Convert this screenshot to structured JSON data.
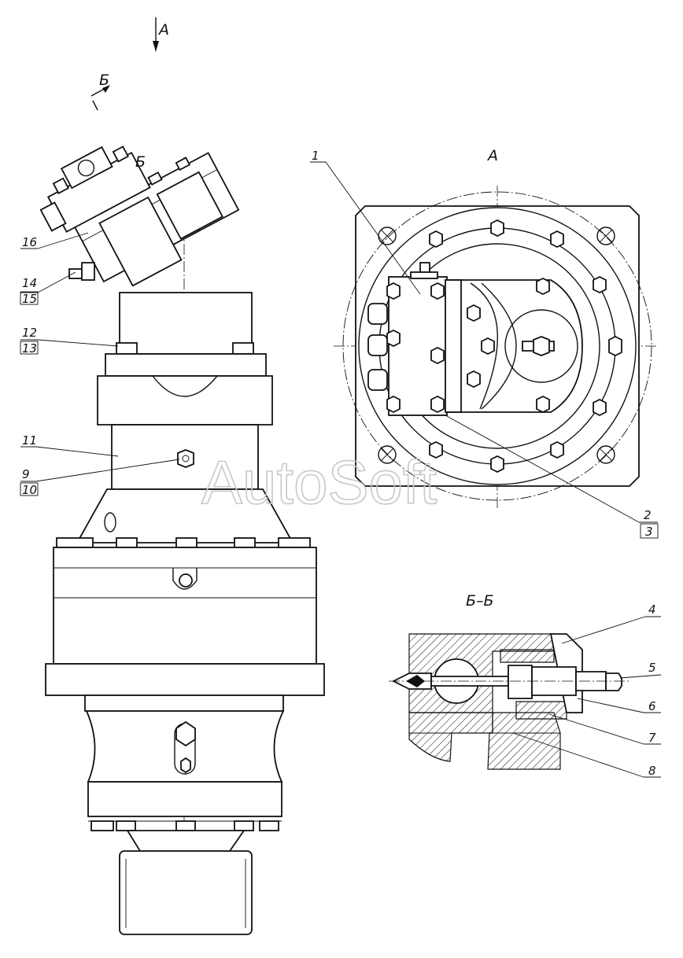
{
  "watermark": "AutoSoft",
  "views": {
    "view_a_arrow_top": "А",
    "view_a_title": "А",
    "section_b_mark_1": "Б",
    "section_b_mark_2": "Б",
    "section_b_title": "Б–Б"
  },
  "callouts": {
    "c1": "1",
    "c2": "2",
    "c3": "3",
    "c4": "4",
    "c5": "5",
    "c6": "6",
    "c7": "7",
    "c8": "8",
    "c9": "9",
    "c10": "10",
    "c11": "11",
    "c12": "12",
    "c13": "13",
    "c14": "14",
    "c15": "15",
    "c16": "16"
  }
}
